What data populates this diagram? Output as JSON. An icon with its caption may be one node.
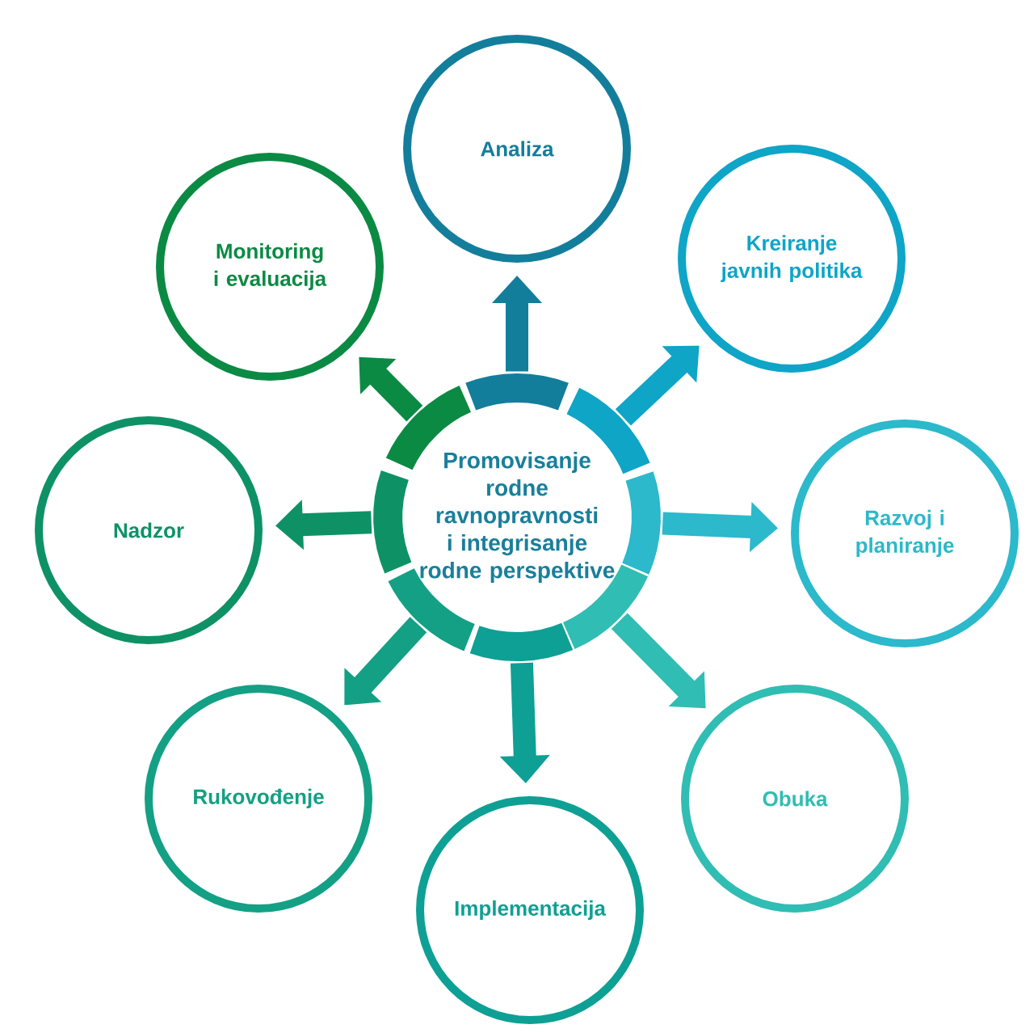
{
  "diagram": {
    "nodes": [
      {
        "text": [
          "Promovisanje rodne ravnopravnosti i integrisanje rodne perspektive"
        ]
      },
      {
        "text": [
          "Analiza"
        ]
      },
      {
        "text": [
          "Kreiranje javnih politika"
        ]
      },
      {
        "text": [
          "Razvoj i planiranje"
        ]
      },
      {
        "text": [
          "Obuka"
        ]
      },
      {
        "text": [
          "Implementacija"
        ]
      },
      {
        "text": [
          "Rukovođenje"
        ]
      },
      {
        "text": [
          "Nadzor"
        ]
      },
      {
        "text": [
          "Monitoring i evaluacija"
        ]
      }
    ],
    "edges": [
      {
        "from": 0,
        "to": 1,
        "arrow": "to",
        "color": "#137e9b"
      },
      {
        "from": 0,
        "to": 2,
        "arrow": "to",
        "color": "#0ea5c7"
      },
      {
        "from": 0,
        "to": 3,
        "arrow": "to",
        "color": "#2bb9cb"
      },
      {
        "from": 0,
        "to": 4,
        "arrow": "to",
        "color": "#30bdb3"
      },
      {
        "from": 0,
        "to": 5,
        "arrow": "to",
        "color": "#0ea094"
      },
      {
        "from": 0,
        "to": 6,
        "arrow": "to",
        "color": "#13a084"
      },
      {
        "from": 0,
        "to": 7,
        "arrow": "to",
        "color": "#0e9265"
      },
      {
        "from": 0,
        "to": 8,
        "arrow": "to",
        "color": "#0b8a44"
      }
    ]
  }
}
